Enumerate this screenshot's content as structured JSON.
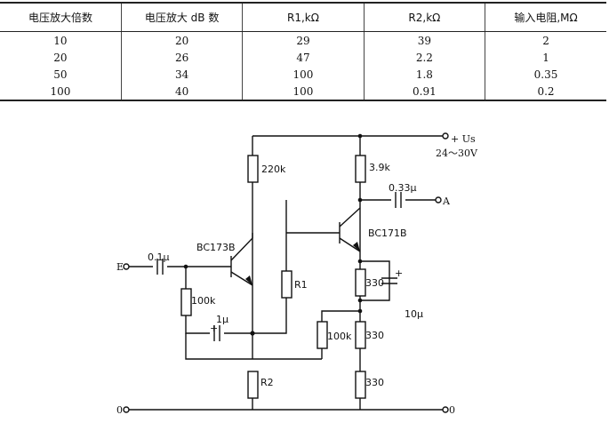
{
  "table": {
    "headers": [
      "电压放大倍数",
      "电压放大 dB 数",
      "R1,kΩ",
      "R2,kΩ",
      "输入电阻,MΩ"
    ],
    "rows": [
      [
        "10",
        "20",
        "29",
        "39",
        "2"
      ],
      [
        "20",
        "26",
        "47",
        "2.2",
        "1"
      ],
      [
        "50",
        "34",
        "100",
        "1.8",
        "0.35"
      ],
      [
        "100",
        "40",
        "100",
        "0.91",
        "0.2"
      ]
    ]
  },
  "circuit": {
    "supply": "+ Us",
    "supply_range": "24～30V",
    "output": "A",
    "input": "E",
    "ground": "0",
    "q1": "BC173B",
    "q2": "BC171B",
    "c_in": "0.1μ",
    "c_fb": "1μ",
    "c_out": "0.33μ",
    "c_bypass": "10μ",
    "r_220k": "220k",
    "r_3k9": "3.9k",
    "r_100k_bias": "100k",
    "r_100k_fb": "100k",
    "r1": "R1",
    "r2": "R2",
    "r_330_top": "330",
    "r_330_mid": "330",
    "r_330_bot": "330"
  }
}
